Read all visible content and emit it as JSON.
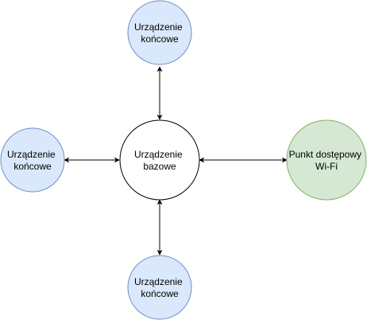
{
  "colors": {
    "device_fill": "#dae8fc",
    "device_stroke": "#6c8ebf",
    "base_fill": "#ffffff",
    "base_stroke": "#000000",
    "ap_fill": "#d5e8d4",
    "ap_stroke": "#82b366",
    "edge": "#000000"
  },
  "nodes": {
    "top": {
      "line1": "Urządzenie",
      "line2": "końcowe"
    },
    "left": {
      "line1": "Urządzenie",
      "line2": "końcowe"
    },
    "center": {
      "line1": "Urządzenie",
      "line2": "bazowe"
    },
    "right": {
      "line1": "Punkt dostępowy",
      "line2": "Wi-Fi"
    },
    "bottom": {
      "line1": "Urządzenie",
      "line2": "końcowe"
    }
  },
  "edges": [
    {
      "from": "center",
      "to": "top",
      "bidirectional": true
    },
    {
      "from": "center",
      "to": "left",
      "bidirectional": true
    },
    {
      "from": "center",
      "to": "right",
      "bidirectional": true
    },
    {
      "from": "center",
      "to": "bottom",
      "bidirectional": true
    }
  ]
}
